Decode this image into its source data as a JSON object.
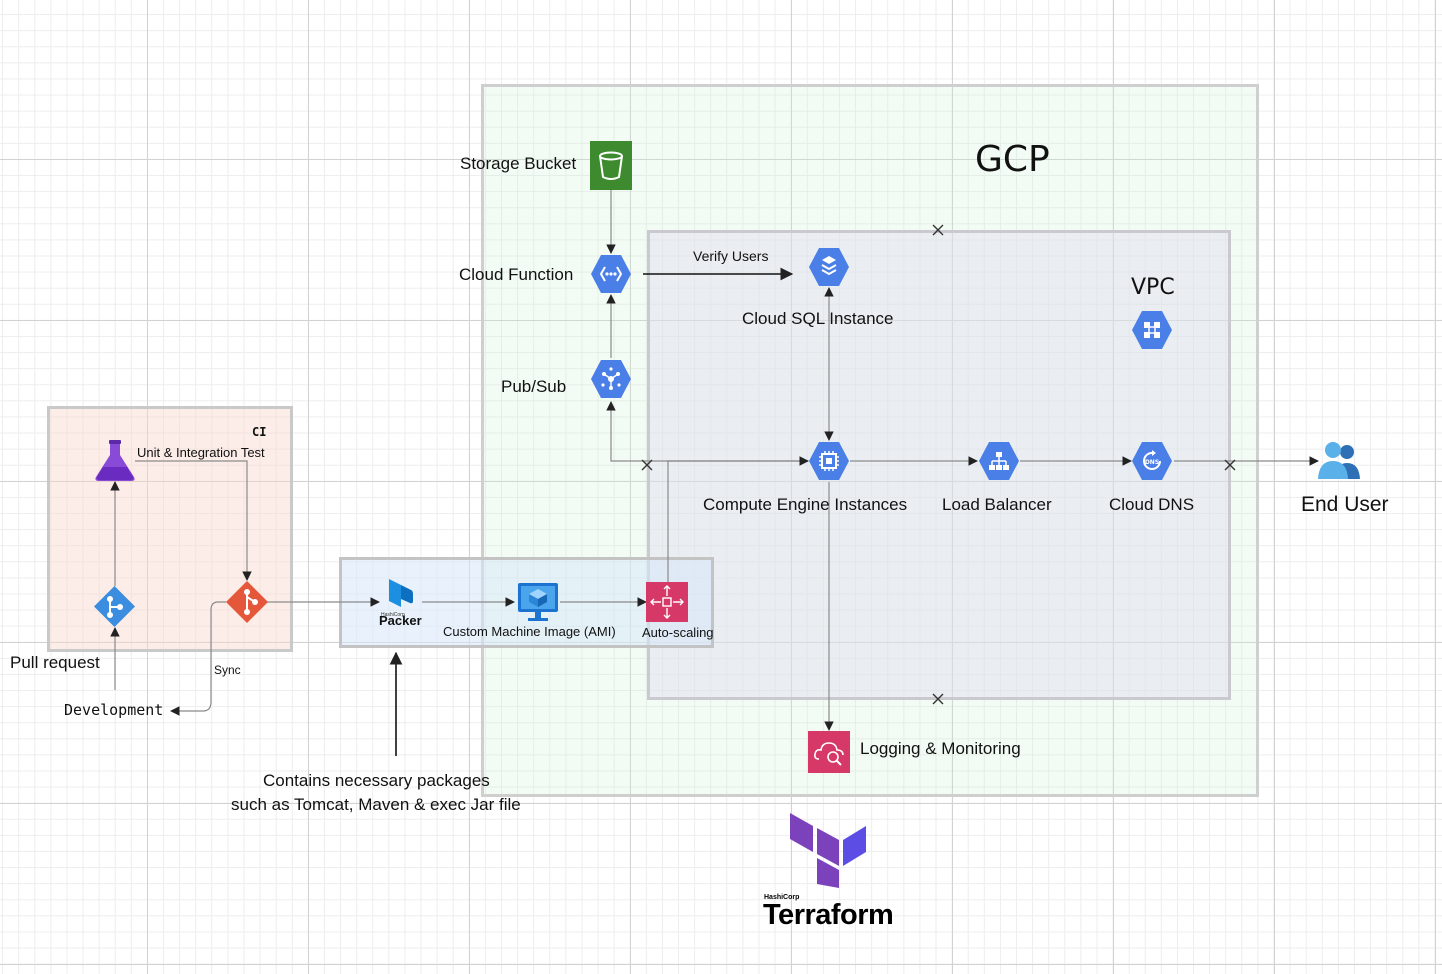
{
  "gcp": {
    "title": "GCP"
  },
  "vpc": {
    "title": "VPC"
  },
  "ci": {
    "title": "CI",
    "test": "Unit & Integration Test"
  },
  "nodes": {
    "storage_bucket": "Storage Bucket",
    "cloud_function": "Cloud Function",
    "verify_users": "Verify Users",
    "cloud_sql": "Cloud SQL Instance",
    "pubsub": "Pub/Sub",
    "compute_engine": "Compute Engine Instances",
    "load_balancer": "Load Balancer",
    "cloud_dns": "Cloud DNS",
    "end_user": "End User",
    "packer": "Packer",
    "packer_brand": "HashiCorp",
    "ami": "Custom Machine Image (AMI)",
    "autoscaling": "Auto-scaling",
    "logging": "Logging & Monitoring",
    "pull_request": "Pull request",
    "sync": "Sync",
    "development": "Development"
  },
  "note": {
    "line1": "Contains necessary packages",
    "line2": "such as Tomcat, Maven & exec Jar file"
  },
  "terraform": {
    "brand": "HashiCorp",
    "name": "Terraform"
  },
  "colors": {
    "gcp_blue": "#4a7fe8",
    "storage_green": "#3e8a2e",
    "aws_pink": "#d63868",
    "terraform_purple": "#7b42bc",
    "packer_blue": "#1c8fe0",
    "git_orange": "#e5573a",
    "azure_blue": "#3b8de0",
    "flask_purple": "#7a3cc4"
  }
}
